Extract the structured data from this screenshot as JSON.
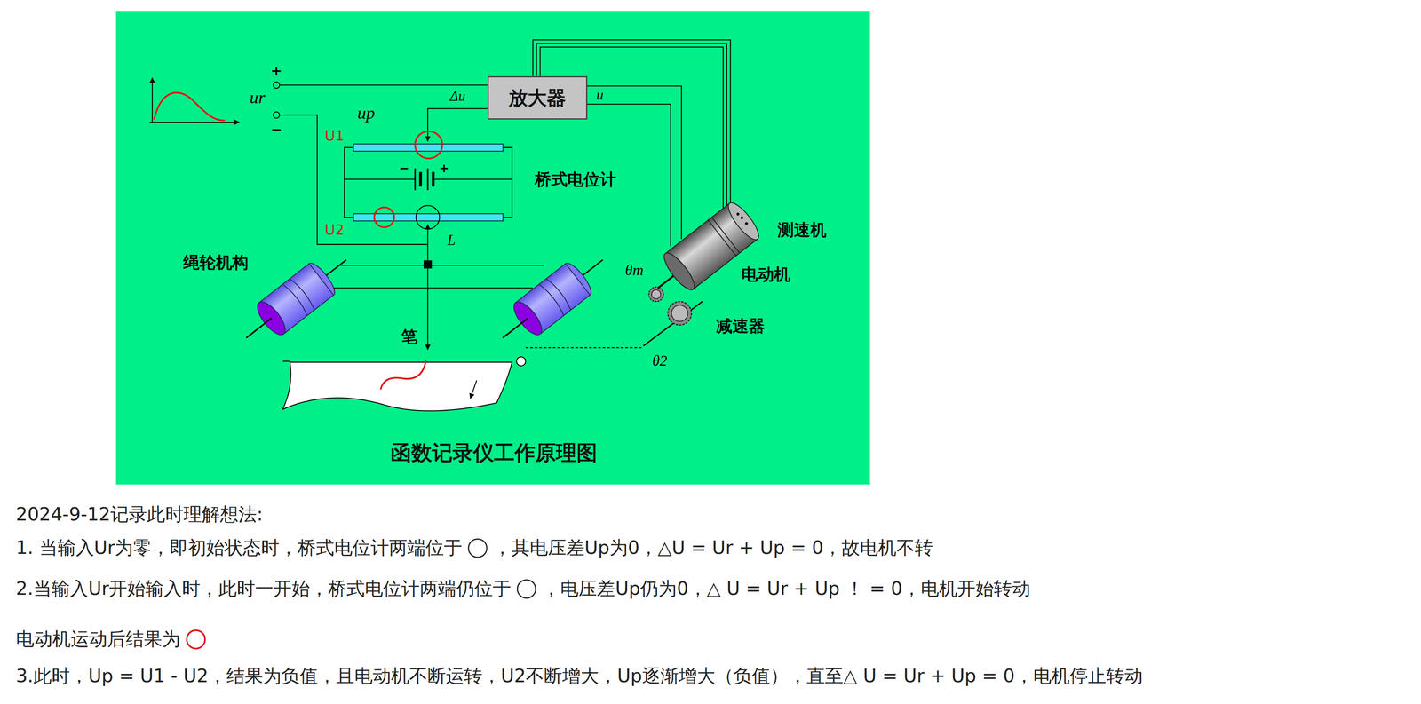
{
  "diagram": {
    "title": "函数记录仪工作原理图",
    "nodes": [
      {
        "text": [
          "放大器"
        ]
      }
    ],
    "labels": [
      "+",
      "ur",
      "−",
      "up",
      "Δu",
      "u",
      "U1",
      "U2",
      "−",
      "+",
      "桥式电位计",
      "L",
      "绳轮机构",
      "测速机",
      "θm",
      "电动机",
      "减速器",
      "θ2",
      "笔",
      "2024-9-12记录此时理解想法:",
      "1. 当输入Ur为零，即初始状态时，桥式电位计两端位于",
      "，其电压差Up为0，△U = Ur + Up = 0，故电机不转",
      "2.当输入Ur开始输入时，此时一开始，桥式电位计两端仍位于",
      "，电压差Up仍为0，△ U = Ur + Up ！ = 0，电机开始转动",
      "电动机运动后结果为",
      "3.此时，Up = U1 - U2，结果为负值，且电动机不断运转，U2不断增大，Up逐渐增大（负值），直至△ U = Ur + Up = 0，电机停止转动"
    ]
  }
}
